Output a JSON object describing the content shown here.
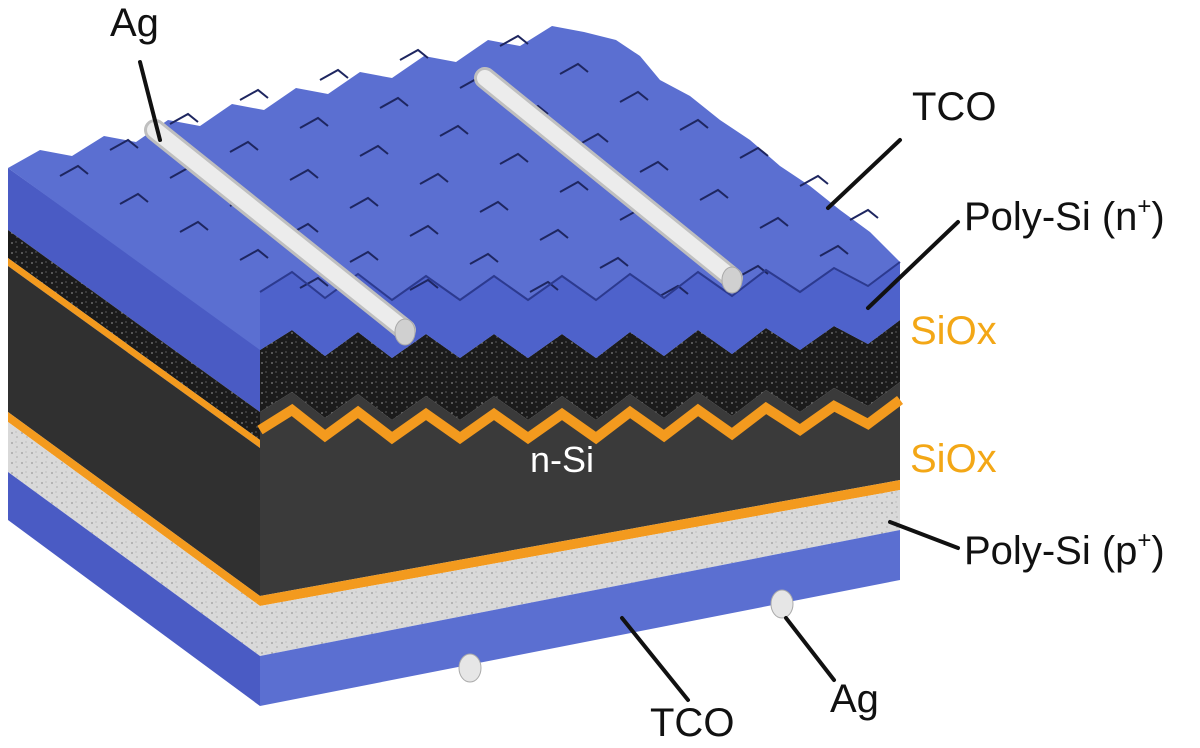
{
  "labels": {
    "ag_top": "Ag",
    "tco_top": "TCO",
    "poly_n_base": "Poly-Si (n",
    "poly_n_sup": "+",
    "poly_n_close": ")",
    "siox_top": "SiOx",
    "n_si": "n-Si",
    "siox_bottom": "SiOx",
    "poly_p_base": "Poly-Si (p",
    "poly_p_sup": "+",
    "poly_p_close": ")",
    "ag_bottom": "Ag",
    "tco_bottom": "TCO"
  },
  "colors": {
    "tco": "#5b6fd1",
    "tco_dark": "#3d4db0",
    "poly_n": "#1c1c1c",
    "siox": "#f39a1e",
    "n_si": "#3a3a3a",
    "poly_p": "#d4d4d4",
    "ag": "#e6e6e6",
    "siox_text": "#f3a716"
  }
}
